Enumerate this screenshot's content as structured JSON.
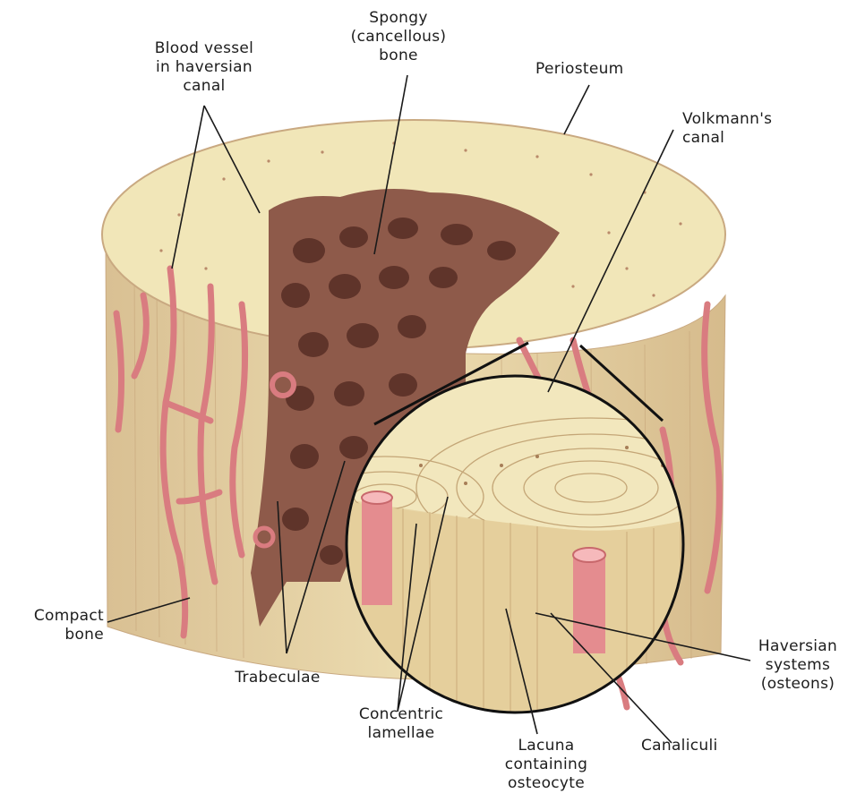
{
  "diagram": {
    "labels": {
      "blood_vessel": "Blood vessel\nin haversian\ncanal",
      "spongy": "Spongy\n(cancellous)\nbone",
      "periosteum": "Periosteum",
      "volkmann": "Volkmann's\ncanal",
      "compact": "Compact\nbone",
      "trabeculae": "Trabeculae",
      "concentric": "Concentric\nlamellae",
      "lacuna": "Lacuna\ncontaining\nosteocyte",
      "canaliculi": "Canaliculi",
      "haversian_systems": "Haversian\nsystems\n(osteons)"
    },
    "colors": {
      "bone": "#efe3b3",
      "bone_side": "#e2cfa0",
      "spongy": "#8f5a4c",
      "vessel": "#d97c80",
      "leader": "#1a1a1a"
    }
  }
}
